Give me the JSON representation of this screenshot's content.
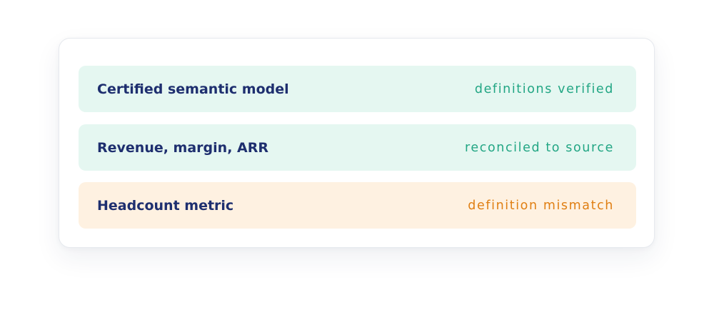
{
  "checks": [
    {
      "label": "Certified semantic model",
      "status": "definitions verified",
      "state": "ok"
    },
    {
      "label": "Revenue, margin, ARR",
      "status": "reconciled to source",
      "state": "ok"
    },
    {
      "label": "Headcount metric",
      "status": "definition mismatch",
      "state": "warning"
    }
  ],
  "colors": {
    "ok_background": "#e5f7f1",
    "ok_text": "#22a684",
    "warning_background": "#fef1e1",
    "warning_text": "#e07f13",
    "label_text": "#1e2f6f"
  }
}
